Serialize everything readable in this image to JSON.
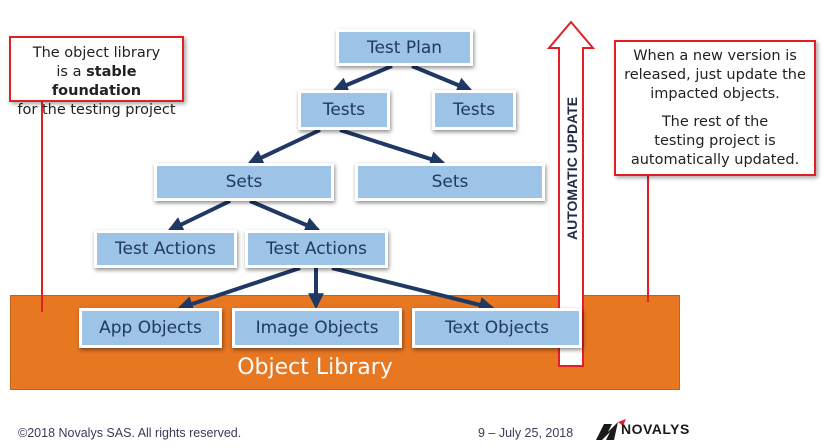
{
  "left_callout": {
    "line1": "The object library",
    "line2_prefix": "is a ",
    "line2_bold": "stable foundation",
    "line3": "for the testing project"
  },
  "right_callout": {
    "para1_line1": "When a new version is",
    "para1_line2": "released, just update the",
    "para1_line3": "impacted objects.",
    "para2_line1": "The rest of the",
    "para2_line2": "testing project is",
    "para2_line3": "automatically updated."
  },
  "tree": {
    "test_plan": "Test Plan",
    "tests_left": "Tests",
    "tests_right": "Tests",
    "sets_left": "Sets",
    "sets_right": "Sets",
    "test_actions_left": "Test Actions",
    "test_actions_right": "Test Actions",
    "app_objects": "App Objects",
    "image_objects": "Image Objects",
    "text_objects": "Text Objects"
  },
  "object_library": "Object Library",
  "automatic_update": "AUTOMATIC UPDATE",
  "footer": {
    "copyright": "©2018 Novalys SAS. All rights reserved.",
    "page": "9 – July 25, 2018",
    "logo_text": "NOVALYS"
  },
  "colors": {
    "box_fill": "#9dc3e6",
    "box_text": "#1f3864",
    "library": "#e87722",
    "callout_border": "#e31e24",
    "connector": "#1f3864"
  }
}
